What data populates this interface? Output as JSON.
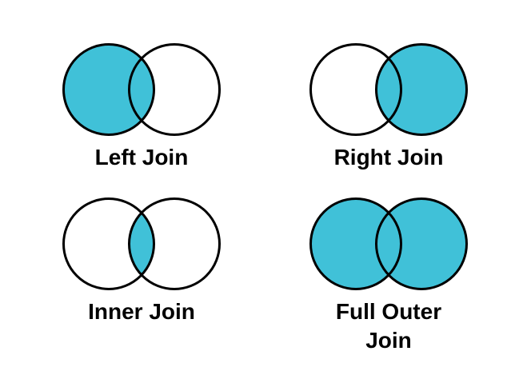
{
  "page": {
    "background": "#ffffff",
    "description": "Four Venn diagrams illustrating SQL join types"
  },
  "colors": {
    "fill": "#40C1D8",
    "stroke": "#000000",
    "label": "#000000"
  },
  "diagrams": [
    {
      "id": "left-join",
      "label": "Left Join",
      "shaded_region": "left circle including overlap"
    },
    {
      "id": "right-join",
      "label": "Right Join",
      "shaded_region": "right circle including overlap"
    },
    {
      "id": "inner-join",
      "label": "Inner Join",
      "shaded_region": "overlap only"
    },
    {
      "id": "full-outer-join",
      "label": "Full Outer Join",
      "shaded_region": "both circles"
    }
  ]
}
